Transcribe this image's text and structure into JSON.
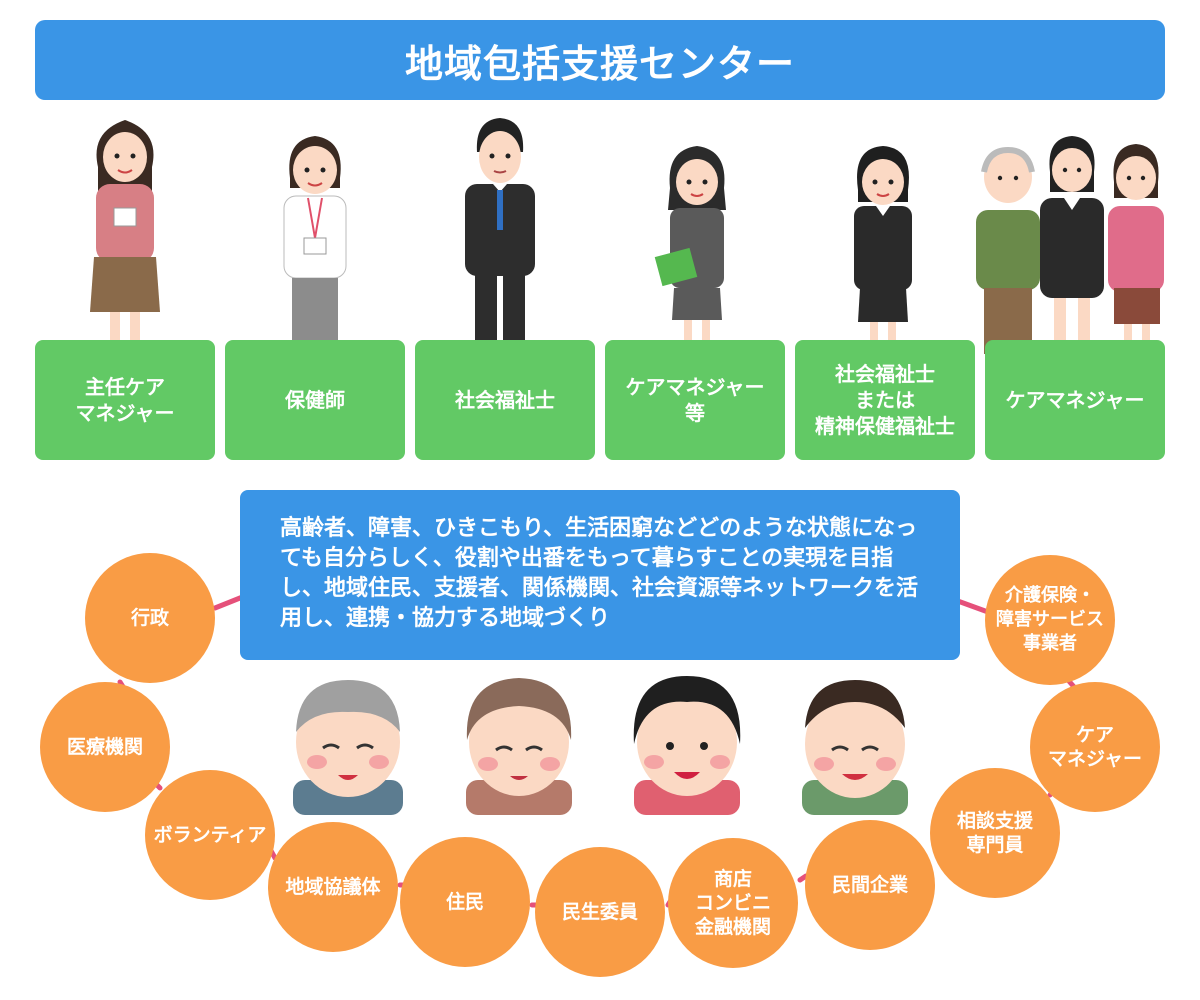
{
  "title": "地域包括支援センター",
  "staff": [
    {
      "label": "主任ケア\nマネジャー"
    },
    {
      "label": "保健師"
    },
    {
      "label": "社会福祉士"
    },
    {
      "label": "ケアマネジャー\n等"
    },
    {
      "label": "社会福祉士\nまたは\n精神保健福祉士"
    },
    {
      "label": "ケアマネジャー"
    }
  ],
  "mission": "高齢者、障害、ひきこもり、生活困窮などどのような状態になっても自分らしく、役割や出番をもって暮らすことの実現を目指し、地域住民、支援者、関係機関、社会資源等ネットワークを活用し、連携・協力する地域づくり",
  "network": {
    "gyosei": "行政",
    "iryo": "医療機関",
    "volunteer": "ボランティア",
    "kyogikai": "地域協議体",
    "jumin": "住民",
    "minsei": "民生委員",
    "shoten": "商店\nコンビニ\n金融機関",
    "minkan": "民間企業",
    "sodan": "相談支援\n専門員",
    "caremanager": "ケア\nマネジャー",
    "kaigo": "介護保険・\n障害サービス\n事業者"
  },
  "colors": {
    "header": "#3a95e6",
    "staff_box": "#62c965",
    "mission_box": "#3a95e6",
    "network_node": "#f99c45",
    "network_link": "#e5507a"
  }
}
